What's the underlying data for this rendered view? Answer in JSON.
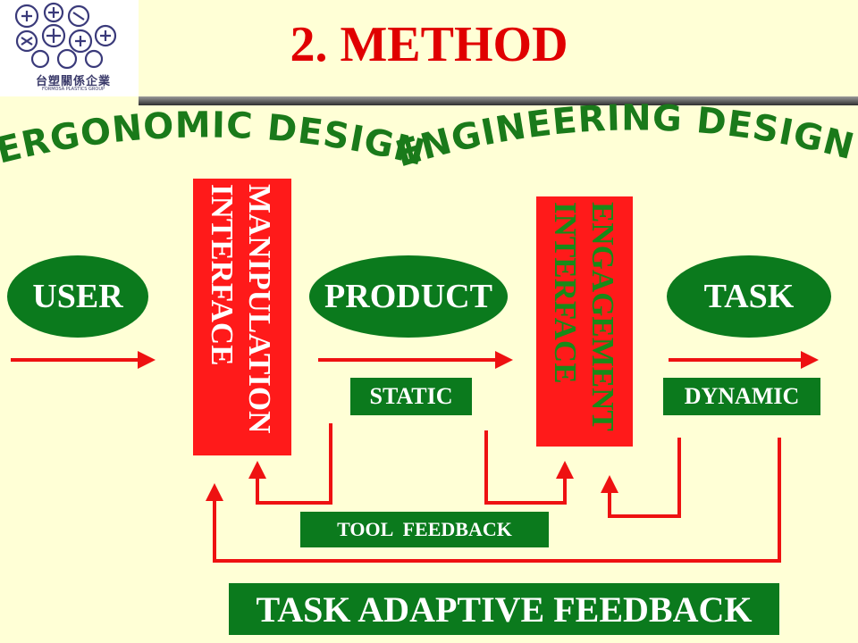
{
  "header": {
    "logo_text": "台塑關係企業",
    "logo_subtext": "FORMOSA PLASTICS GROUP",
    "title": "2. METHOD"
  },
  "headings": {
    "left": "ERGONOMIC DESIGN",
    "right": "ENGINEERING DESIGN"
  },
  "nodes": {
    "user": "USER",
    "product": "PRODUCT",
    "task": "TASK"
  },
  "interfaces": {
    "manipulation": {
      "line1": "MANIPULATION",
      "line2": "INTERFACE"
    },
    "engagement": {
      "line1": "ENGAGEMENT",
      "line2": "INTERFACE"
    }
  },
  "labels": {
    "static": "STATIC",
    "dynamic": "DYNAMIC",
    "tool_feedback": "TOOL FEEDBACK",
    "task_adaptive_feedback": "TASK ADAPTIVE FEEDBACK"
  },
  "colors": {
    "background": "#ffffd6",
    "title_red": "#e00000",
    "interface_red": "#ff1a1a",
    "node_green": "#0b7a1d",
    "heading_green": "#1a7a1a",
    "arrow_red": "#ee1111"
  }
}
